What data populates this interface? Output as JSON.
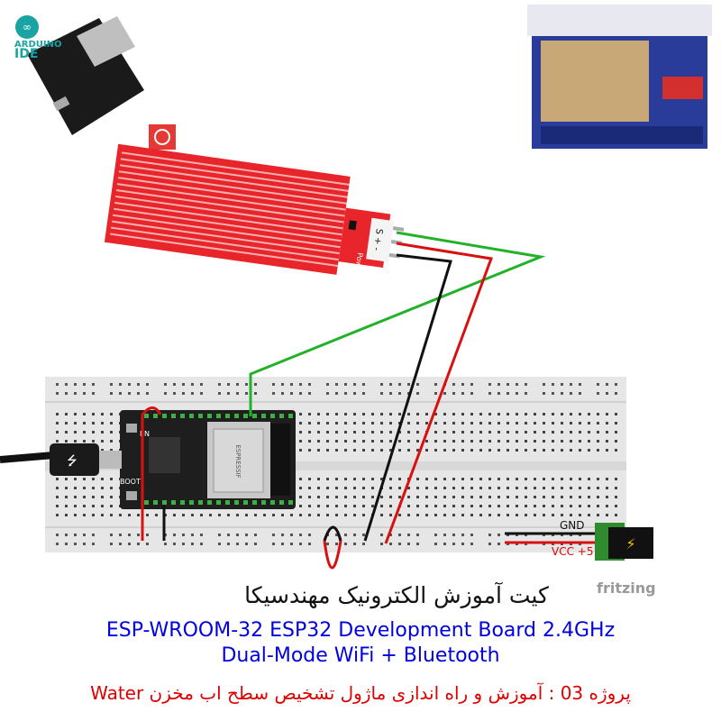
{
  "logo": {
    "arduino_line1": "ARDUINO",
    "arduino_line2": "IDE"
  },
  "diagram": {
    "fritzing_label": "fritzing",
    "power_labels": {
      "gnd": "GND",
      "vcc": "VCC +5"
    },
    "board_labels": {
      "en": "EN",
      "boot": "BOOT",
      "module": "ESPRESSIF"
    },
    "sensor_labels": {
      "pins": "S + -",
      "power": "Power"
    }
  },
  "text": {
    "title_fa": "کیت آموزش الکترونیک مهندسیکا",
    "desc_line1": "ESP-WROOM-32 ESP32  Development Board 2.4GHz",
    "desc_line2": "Dual-Mode WiFi + Bluetooth",
    "project": "پروژه 03 : آموزش و راه اندازی ماژول تشخیص سطح اب مخزن Water"
  },
  "colors": {
    "title": "#111111",
    "desc": "#0000e0",
    "project": "#e00000",
    "wire_green": "#22b22a",
    "wire_red": "#d81010",
    "wire_black": "#111111",
    "sensor": "#e8252a"
  }
}
